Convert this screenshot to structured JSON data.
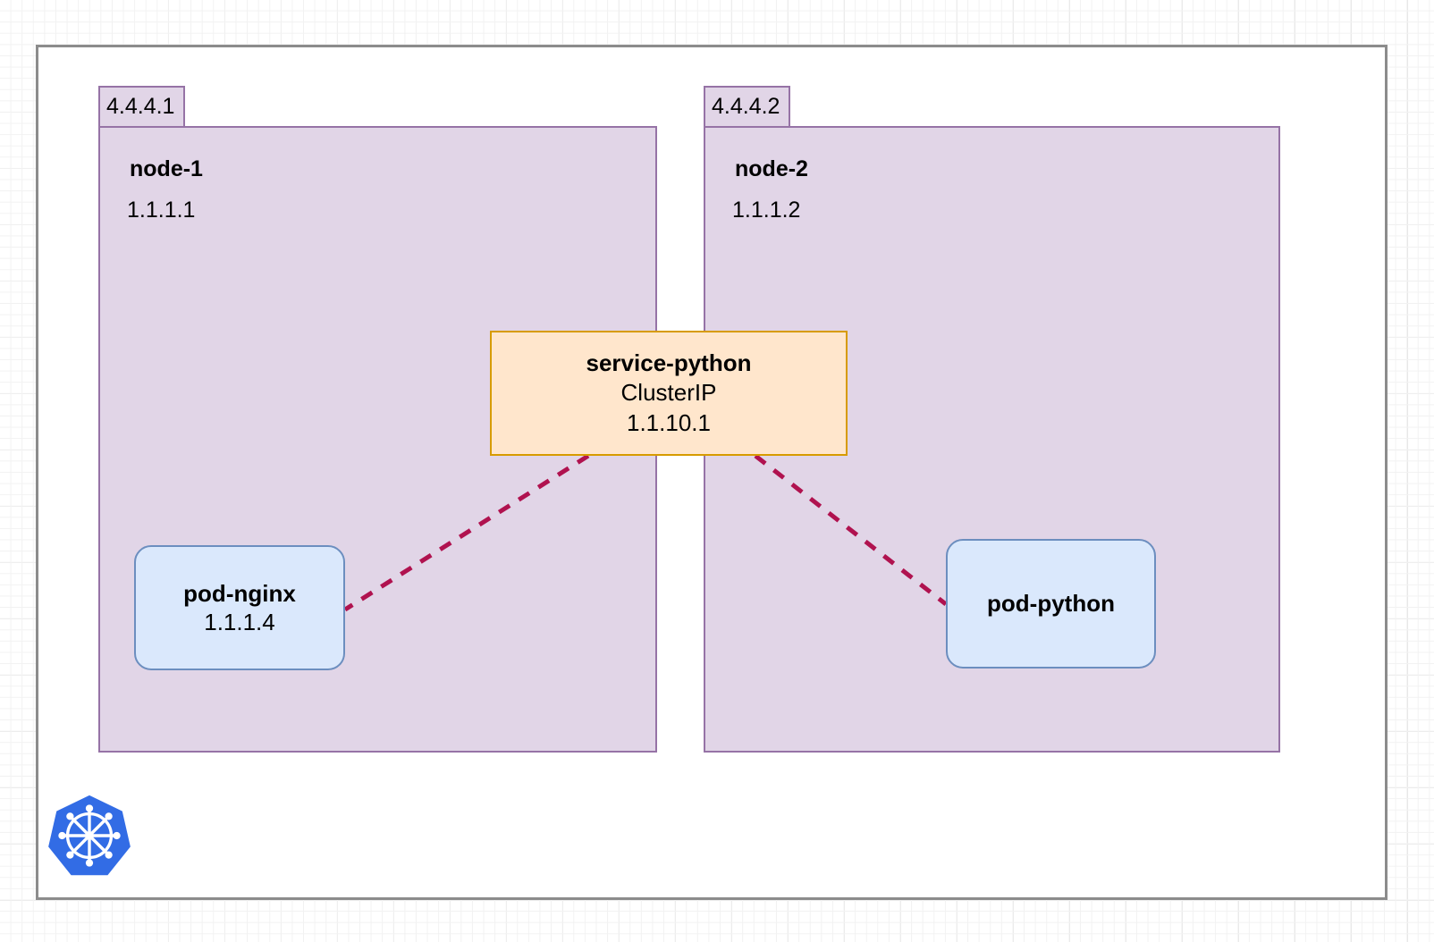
{
  "diagram": {
    "title": "kubernetes-cluster-service-diagram",
    "background": {
      "grid": "on",
      "grid_minor_color": "#f2f2f2",
      "grid_major_color": "#e6e6e6",
      "page_color": "#ffffff"
    },
    "cluster_frame": {
      "border_color": "#8c8c8c",
      "fill_color": "#ffffff"
    },
    "logo": {
      "name": "kubernetes-logo",
      "color": "#326ce5",
      "wheel_color": "#ffffff"
    }
  },
  "nodes": [
    {
      "tab_label": "4.4.4.1",
      "title": "node-1",
      "ip": "1.1.1.1",
      "border_color": "#9673a6",
      "fill_color": "#e1d5e7"
    },
    {
      "tab_label": "4.4.4.2",
      "title": "node-2",
      "ip": "1.1.1.2",
      "border_color": "#9673a6",
      "fill_color": "#e1d5e7"
    }
  ],
  "pods": [
    {
      "name": "pod-nginx",
      "ip": "1.1.1.4",
      "border_color": "#6c8ebf",
      "fill_color": "#dae8fc"
    },
    {
      "name": "pod-python",
      "ip": "",
      "border_color": "#6c8ebf",
      "fill_color": "#dae8fc"
    }
  ],
  "service": {
    "name": "service-python",
    "type": "ClusterIP",
    "ip": "1.1.10.1",
    "border_color": "#d79b00",
    "fill_color": "#ffe6cc"
  },
  "connections": [
    {
      "name": "service-to-pod-nginx",
      "from": "service-python",
      "to": "pod-nginx",
      "style": "dashed",
      "color": "#b0124f"
    },
    {
      "name": "service-to-pod-python",
      "from": "service-python",
      "to": "pod-python",
      "style": "dashed",
      "color": "#b0124f"
    }
  ]
}
